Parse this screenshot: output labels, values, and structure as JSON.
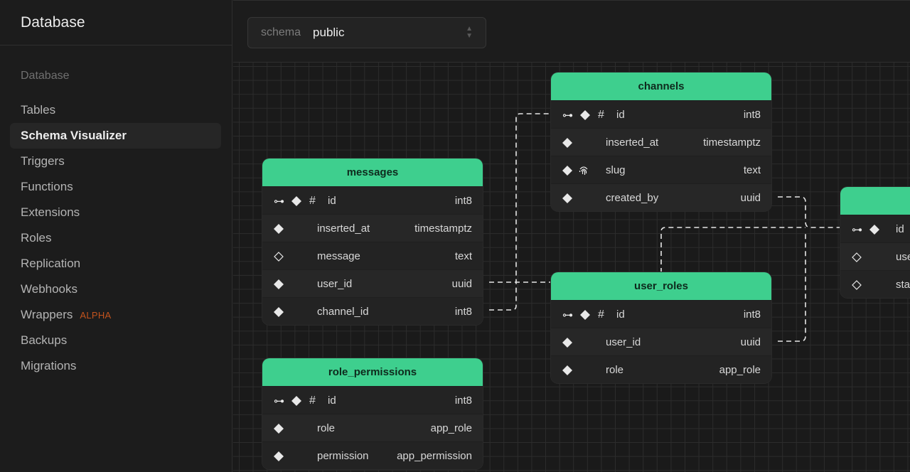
{
  "sidebar": {
    "title": "Database",
    "section": "Database",
    "items": [
      {
        "label": "Tables"
      },
      {
        "label": "Schema Visualizer"
      },
      {
        "label": "Triggers"
      },
      {
        "label": "Functions"
      },
      {
        "label": "Extensions"
      },
      {
        "label": "Roles"
      },
      {
        "label": "Replication"
      },
      {
        "label": "Webhooks"
      },
      {
        "label": "Wrappers",
        "badge": "ALPHA"
      },
      {
        "label": "Backups"
      },
      {
        "label": "Migrations"
      }
    ]
  },
  "schema_select": {
    "label": "schema",
    "value": "public"
  },
  "tables": {
    "channels": {
      "name": "channels",
      "columns": [
        {
          "name": "id",
          "type": "int8"
        },
        {
          "name": "inserted_at",
          "type": "timestamptz"
        },
        {
          "name": "slug",
          "type": "text"
        },
        {
          "name": "created_by",
          "type": "uuid"
        }
      ]
    },
    "messages": {
      "name": "messages",
      "columns": [
        {
          "name": "id",
          "type": "int8"
        },
        {
          "name": "inserted_at",
          "type": "timestamptz"
        },
        {
          "name": "message",
          "type": "text"
        },
        {
          "name": "user_id",
          "type": "uuid"
        },
        {
          "name": "channel_id",
          "type": "int8"
        }
      ]
    },
    "user_roles": {
      "name": "user_roles",
      "columns": [
        {
          "name": "id",
          "type": "int8"
        },
        {
          "name": "user_id",
          "type": "uuid"
        },
        {
          "name": "role",
          "type": "app_role"
        }
      ]
    },
    "role_permissions": {
      "name": "role_permissions",
      "columns": [
        {
          "name": "id",
          "type": "int8"
        },
        {
          "name": "role",
          "type": "app_role"
        },
        {
          "name": "permission",
          "type": "app_permission"
        }
      ]
    },
    "users_partial": {
      "columns": [
        {
          "name": "id"
        },
        {
          "name": "use"
        },
        {
          "name": "sta"
        }
      ]
    }
  },
  "colors": {
    "accent": "#3ecf8e",
    "badge": "#c2531d"
  }
}
